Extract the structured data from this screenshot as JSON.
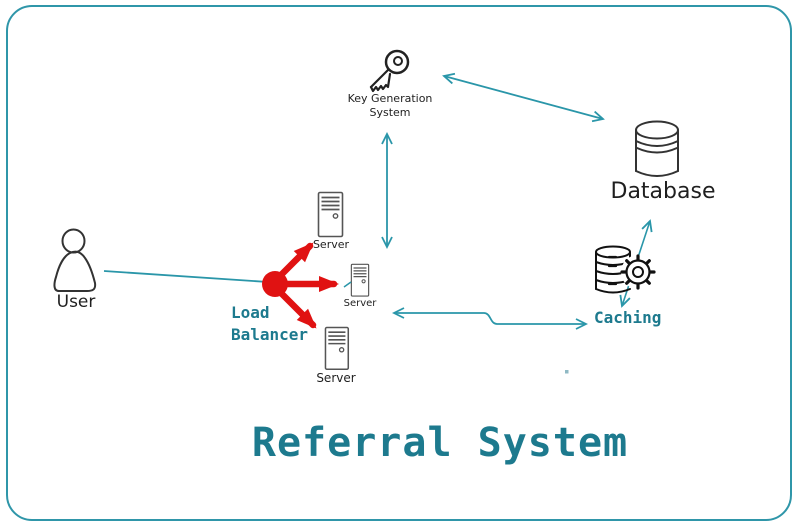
{
  "diagram": {
    "title": "Referral System",
    "nodes": {
      "user": {
        "label": "User",
        "icon": "user-icon"
      },
      "load_balancer": {
        "label": "Load Balancer",
        "icon": "load-balancer-dot"
      },
      "server_top": {
        "label": "Server",
        "icon": "server-icon"
      },
      "server_middle": {
        "label": "Server",
        "icon": "server-icon"
      },
      "server_bottom": {
        "label": "Server",
        "icon": "server-icon"
      },
      "key_generation": {
        "label": "Key Generation System",
        "icon": "key-icon"
      },
      "database": {
        "label": "Database",
        "icon": "database-icon"
      },
      "caching": {
        "label": "Caching",
        "icon": "database-gear-icon"
      }
    },
    "edges": [
      {
        "from": "User",
        "to": "Load Balancer",
        "style": "teal-line"
      },
      {
        "from": "Load Balancer",
        "to": "Server (top)",
        "style": "red-arrow"
      },
      {
        "from": "Load Balancer",
        "to": "Server (middle)",
        "style": "red-arrow"
      },
      {
        "from": "Load Balancer",
        "to": "Server (bottom)",
        "style": "red-arrow"
      },
      {
        "from": "Key Generation System",
        "to": "Servers",
        "style": "teal-double-arrow"
      },
      {
        "from": "Key Generation System",
        "to": "Database",
        "style": "teal-double-arrow"
      },
      {
        "from": "Database",
        "to": "Caching",
        "style": "teal-double-arrow"
      },
      {
        "from": "Servers",
        "to": "Caching",
        "style": "teal-double-arrow-stepped"
      }
    ],
    "colors": {
      "border_teal": "#2f96a9",
      "arrow_teal": "#2a96a9",
      "text_teal": "#1d7a8e",
      "load_balancer_red": "#e01212",
      "icon_stroke": "#333333"
    }
  }
}
